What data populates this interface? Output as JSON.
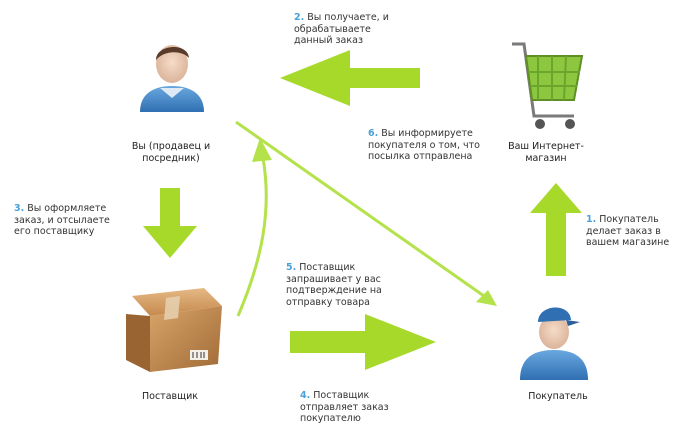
{
  "colors": {
    "arrow_green": "#a6d92a",
    "arrow_line": "#b4e24a",
    "step_number": "#4aa0d8",
    "person_shirt": "#4a8fd0",
    "box_brown": "#c89158",
    "cart_green": "#8dc63f"
  },
  "nodes": {
    "you": {
      "label": "Вы (продавец и посредник)",
      "icon": "user-icon"
    },
    "shop": {
      "label": "Ваш Интернет-магазин",
      "icon": "shopping-cart-icon"
    },
    "supplier": {
      "label": "Поставщик",
      "icon": "cardboard-box-icon"
    },
    "buyer": {
      "label": "Покупатель",
      "icon": "customer-cap-icon"
    }
  },
  "steps": [
    {
      "num": "1.",
      "text": "Покупатель делает заказ в вашем магазине"
    },
    {
      "num": "2.",
      "text": "Вы получаете, и обрабатываете данный заказ"
    },
    {
      "num": "3.",
      "text": "Вы оформляете заказ, и отсылаете его поставщику"
    },
    {
      "num": "4.",
      "text": "Поставщик отправляет заказ покупателю"
    },
    {
      "num": "5.",
      "text": "Поставщик запрашивает у вас подтверждение на отправку товара"
    },
    {
      "num": "6.",
      "text": "Вы информируете покупателя о том, что посылка отправлена"
    }
  ]
}
